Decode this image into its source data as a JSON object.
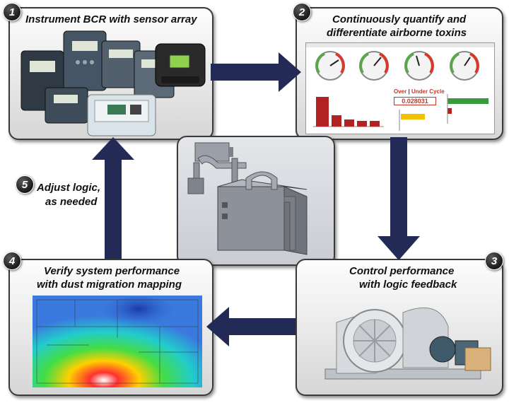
{
  "steps": [
    {
      "number": "1",
      "title": "Instrument BCR with sensor array"
    },
    {
      "number": "2",
      "title_line1": "Continuously quantify and",
      "title_line2": "differentiate airborne toxins"
    },
    {
      "number": "3",
      "title_line1": "Control performance",
      "title_line2": "with logic feedback"
    },
    {
      "number": "4",
      "title_line1": "Verify system performance",
      "title_line2": "with dust migration mapping"
    },
    {
      "number": "5",
      "title_line1": "Adjust logic,",
      "title_line2": "as needed"
    }
  ],
  "dashboard": {
    "over_label": "Over",
    "separator": "|",
    "under_label": "Under Cycle",
    "value": "0.028031"
  },
  "colors": {
    "arrow": "#232a55",
    "badge": "#222222",
    "panel_border": "#3a3a3a"
  }
}
